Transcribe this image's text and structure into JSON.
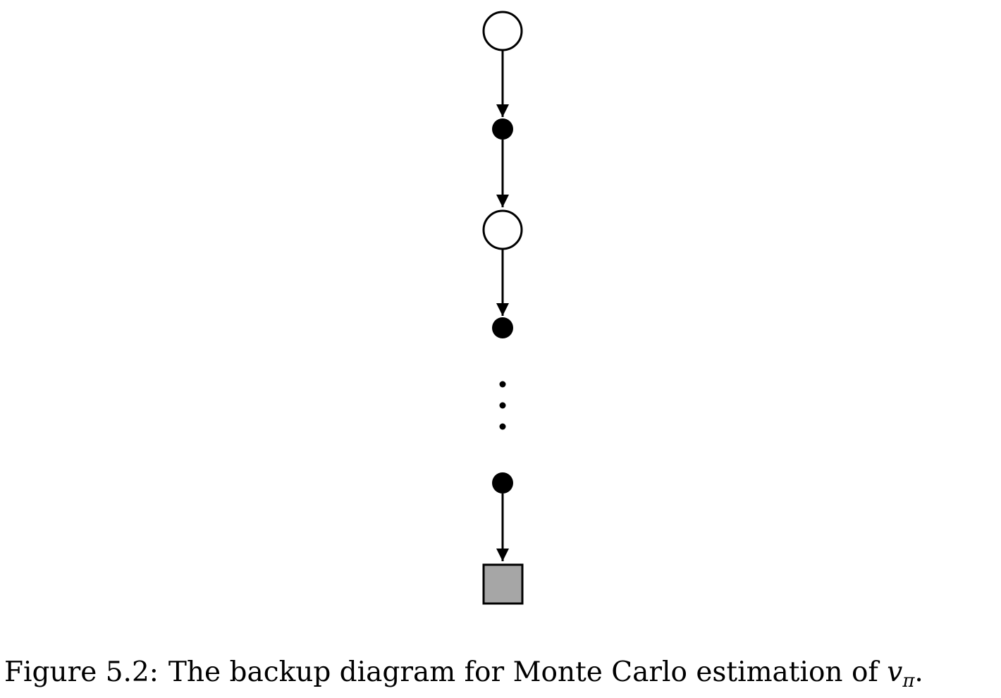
{
  "diagram": {
    "nodes": [
      {
        "id": "state-1",
        "kind": "state"
      },
      {
        "id": "action-1",
        "kind": "action"
      },
      {
        "id": "state-2",
        "kind": "state"
      },
      {
        "id": "action-2",
        "kind": "action"
      },
      {
        "id": "continuation",
        "kind": "ellipsis"
      },
      {
        "id": "action-n",
        "kind": "action"
      },
      {
        "id": "terminal",
        "kind": "terminal"
      }
    ],
    "edges": [
      {
        "from": "state-1",
        "to": "action-1"
      },
      {
        "from": "action-1",
        "to": "state-2"
      },
      {
        "from": "state-2",
        "to": "action-2"
      },
      {
        "from": "action-n",
        "to": "terminal"
      }
    ],
    "colors": {
      "stroke": "#000000",
      "state_fill": "#ffffff",
      "action_fill": "#000000",
      "terminal_fill": "#a6a6a6"
    }
  },
  "caption": {
    "label": "Figure 5.2:",
    "text": "The backup diagram for Monte Carlo estimation of ",
    "math_var": "v",
    "math_sub": "π",
    "end": "."
  }
}
